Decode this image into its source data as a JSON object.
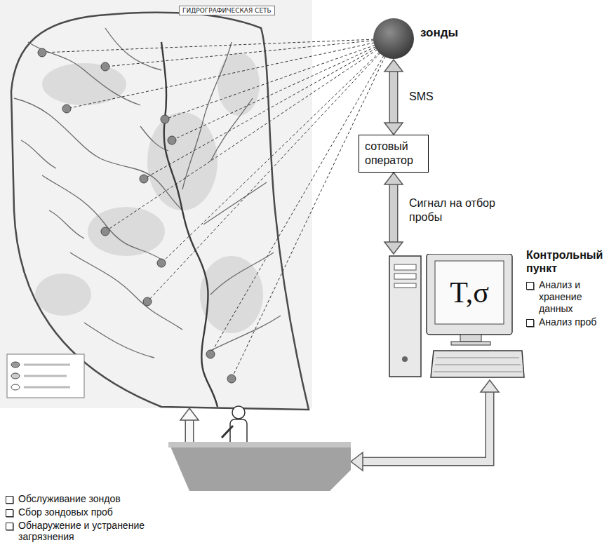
{
  "diagram": {
    "nodes": [
      {
        "text": [
          "ГИДРОГРАФИЧЕСКАЯ СЕТЬ"
        ]
      },
      {
        "text": [
          "зонды"
        ]
      },
      {
        "text": [
          "сотовый оператор"
        ]
      },
      {
        "text": [
          "T,σ",
          "Контрольный пункт",
          "Анализ и хранение данных",
          "Анализ проб"
        ]
      },
      {
        "text": [
          "Обслуживание зондов",
          "Сбор зондовых проб",
          "Обнаружение и устранение загрязнения"
        ]
      }
    ],
    "edges": [
      {
        "from": 1,
        "to": 2,
        "arrow": "both",
        "label": "SMS"
      },
      {
        "from": 2,
        "to": 3,
        "arrow": "both",
        "label": "Сигнал на отбор пробы"
      },
      {
        "from": 3,
        "to": 4,
        "arrow": "both"
      },
      {
        "from": 4,
        "to": 0,
        "arrow": "to"
      }
    ]
  }
}
